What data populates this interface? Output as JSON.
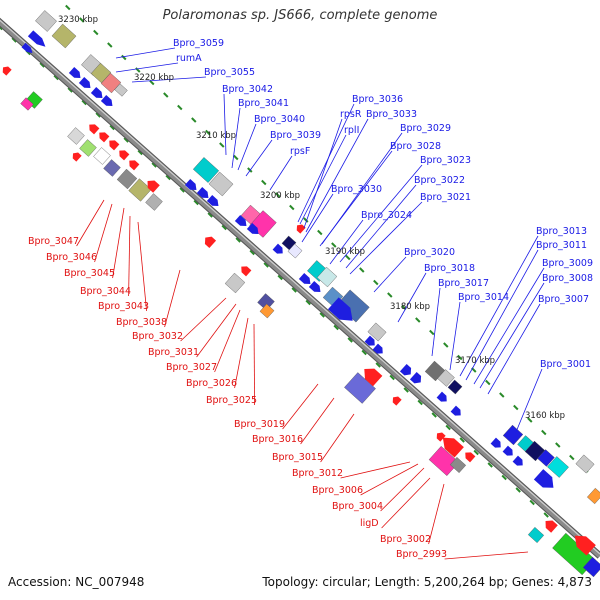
{
  "title": "Polaromonas sp. JS666, complete genome",
  "footer": {
    "accession": "Accession: NC_007948",
    "summary": "Topology: circular; Length: 5,200,264 bp; Genes: 4,873"
  },
  "colors": {
    "forward_label": "#1a1ae6",
    "reverse_label": "#e01010",
    "backbone": "#8a8a8a",
    "tick": "#2a8a2a"
  },
  "scale_labels": [
    "3230 kbp",
    "3220 kbp",
    "3210 kbp",
    "3200 kbp",
    "3190 kbp",
    "3180 kbp",
    "3170 kbp",
    "3160 kbp"
  ],
  "forward_genes": [
    "Bpro_3059",
    "rumA",
    "Bpro_3055",
    "Bpro_3042",
    "Bpro_3041",
    "Bpro_3040",
    "Bpro_3039",
    "rpsF",
    "Bpro_3036",
    "rpsR",
    "Bpro_3033",
    "rplI",
    "Bpro_3029",
    "Bpro_3028",
    "Bpro_3030",
    "Bpro_3023",
    "Bpro_3022",
    "Bpro_3021",
    "Bpro_3024",
    "Bpro_3020",
    "Bpro_3018",
    "Bpro_3017",
    "Bpro_3014",
    "Bpro_3013",
    "Bpro_3011",
    "Bpro_3009",
    "Bpro_3008",
    "Bpro_3007",
    "Bpro_3001"
  ],
  "reverse_genes": [
    "Bpro_3047",
    "Bpro_3046",
    "Bpro_3045",
    "Bpro_3044",
    "Bpro_3043",
    "Bpro_3038",
    "Bpro_3032",
    "Bpro_3031",
    "Bpro_3027",
    "Bpro_3026",
    "Bpro_3025",
    "Bpro_3019",
    "Bpro_3016",
    "Bpro_3015",
    "Bpro_3012",
    "Bpro_3006",
    "Bpro_3004",
    "ligD",
    "Bpro_3002",
    "Bpro_2993"
  ]
}
